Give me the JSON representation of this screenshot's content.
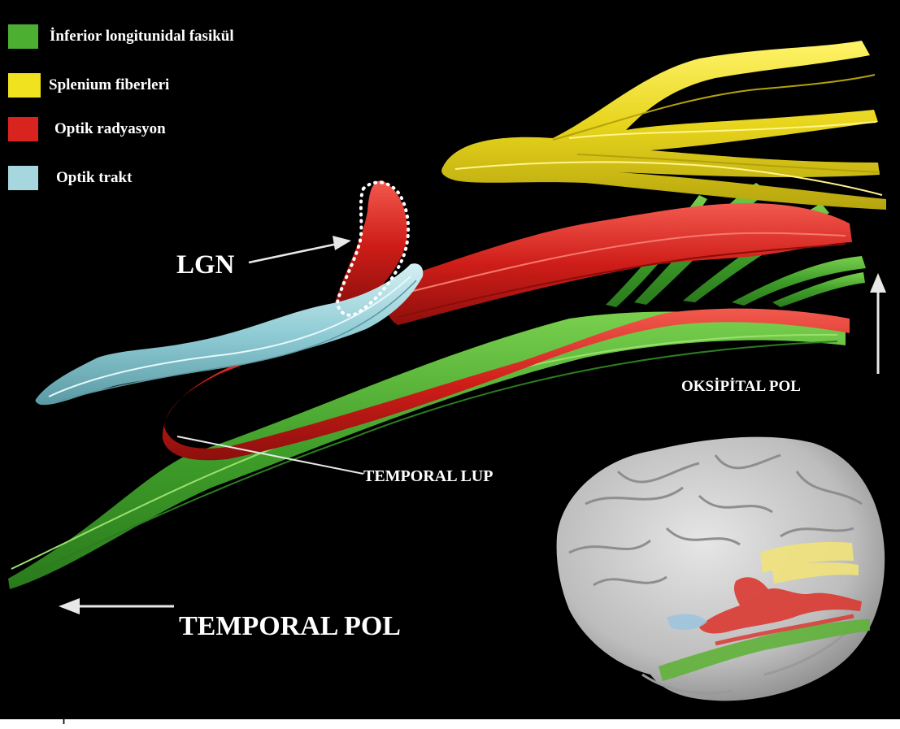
{
  "legend": [
    {
      "label": "İnferior longitunidal fasikül",
      "color": "#4caf32"
    },
    {
      "label": "Splenium fiberleri",
      "color": "#f0e21e"
    },
    {
      "label": "Optik radyasyon",
      "color": "#d9231e"
    },
    {
      "label": "Optik trakt",
      "color": "#a6d7de"
    }
  ],
  "labels": {
    "lgn": "LGN",
    "oksipital_pol": "OKSİPİTAL POL",
    "temporal_lup": "TEMPORAL LUP",
    "temporal_pol": "TEMPORAL POL"
  },
  "footer_fragment": "İ",
  "colors": {
    "background": "#000000",
    "arrow": "#e8e8e8",
    "brain": "#c9c9c9"
  }
}
